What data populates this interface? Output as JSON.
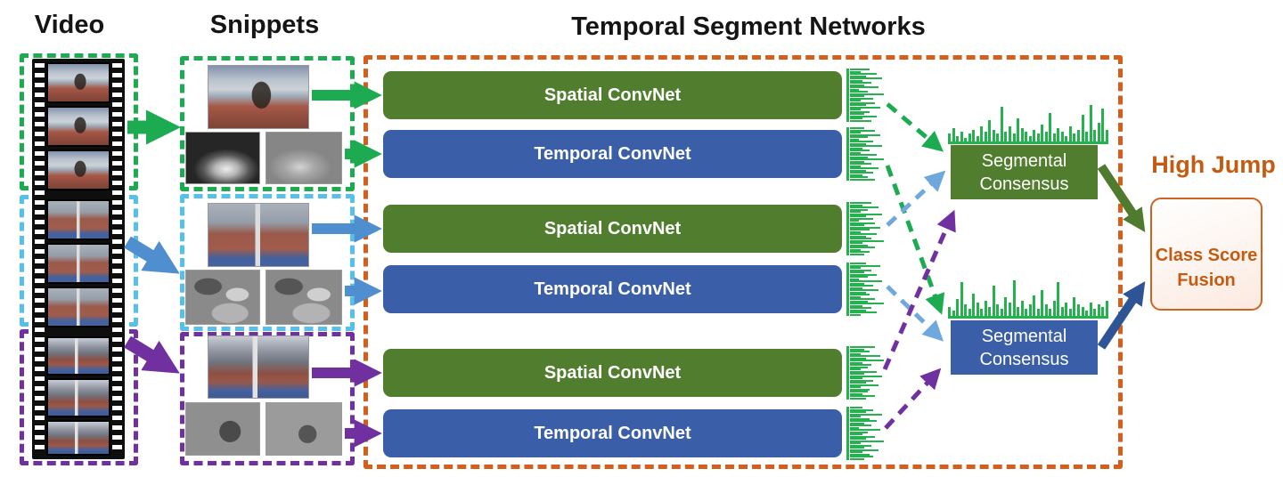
{
  "titles": {
    "video": "Video",
    "snippets": "Snippets",
    "network": "Temporal Segment Networks"
  },
  "boxes": {
    "spatial_convnet": "Spatial ConvNet",
    "temporal_convnet": "Temporal ConvNet",
    "consensus_line1": "Segmental",
    "consensus_line2": "Consensus",
    "fusion_line1": "Class Score",
    "fusion_line2": "Fusion",
    "prediction": "High Jump"
  },
  "colors": {
    "segment1_green": "#1cab50",
    "segment2_blue": "#56c0ea",
    "segment3_purple": "#7030a0",
    "tsn_border_orange": "#d45f1d",
    "spatial_box_green": "#507d2e",
    "temporal_box_blue": "#3a5fa8",
    "consensus_green": "#507d2e",
    "consensus_blue": "#3a5fa8",
    "prediction_orange": "#c55a11",
    "histogram_green": "#24b14e",
    "dashed_connector_blue": "#6fa8dc"
  },
  "histograms": {
    "side": [
      [
        0.55,
        0.3,
        0.75,
        0.45,
        0.9,
        0.35,
        0.6,
        0.4,
        0.8,
        0.25,
        0.5,
        0.95,
        0.4,
        0.65,
        0.3,
        0.7,
        0.45,
        0.85,
        0.3,
        0.55,
        0.4,
        0.75,
        0.35,
        0.6
      ],
      [
        0.4,
        0.7,
        0.3,
        0.85,
        0.5,
        0.25,
        0.65,
        0.45,
        0.9,
        0.35,
        0.55,
        0.3,
        0.75,
        0.5,
        0.95,
        0.4,
        0.6,
        0.3,
        0.8,
        0.45,
        0.65,
        0.35,
        0.5,
        0.7
      ],
      [
        0.6,
        0.35,
        0.8,
        0.5,
        0.3,
        0.9,
        0.45,
        0.65,
        0.25,
        0.7,
        0.4,
        0.85,
        0.55,
        0.3,
        0.75,
        0.45,
        0.6,
        0.95,
        0.35,
        0.5,
        0.7,
        0.3,
        0.55,
        0.4
      ],
      [
        0.45,
        0.85,
        0.3,
        0.6,
        0.4,
        0.75,
        0.5,
        0.25,
        0.9,
        0.4,
        0.65,
        0.35,
        0.8,
        0.45,
        0.55,
        0.3,
        0.7,
        0.5,
        0.95,
        0.35,
        0.6,
        0.45,
        0.75,
        0.3
      ],
      [
        0.7,
        0.4,
        0.55,
        0.3,
        0.85,
        0.45,
        0.95,
        0.35,
        0.6,
        0.5,
        0.3,
        0.75,
        0.4,
        0.9,
        0.35,
        0.65,
        0.45,
        0.8,
        0.3,
        0.55,
        0.5,
        0.35,
        0.7,
        0.45
      ],
      [
        0.35,
        0.65,
        0.45,
        0.9,
        0.3,
        0.55,
        0.75,
        0.4,
        0.6,
        0.25,
        0.85,
        0.5,
        0.35,
        0.7,
        0.45,
        0.95,
        0.3,
        0.6,
        0.4,
        0.8,
        0.35,
        0.55,
        0.65,
        0.4
      ]
    ],
    "consensus_top": [
      0.2,
      0.35,
      0.15,
      0.25,
      0.1,
      0.2,
      0.3,
      0.15,
      0.4,
      0.25,
      0.55,
      0.3,
      0.2,
      0.9,
      0.25,
      0.4,
      0.2,
      0.6,
      0.35,
      0.25,
      0.15,
      0.3,
      0.2,
      0.45,
      0.25,
      0.75,
      0.2,
      0.35,
      0.25,
      0.15,
      0.4,
      0.2,
      0.3,
      0.7,
      0.25,
      0.95,
      0.3,
      0.5,
      0.85,
      0.3
    ],
    "consensus_bottom": [
      0.25,
      0.15,
      0.45,
      0.9,
      0.3,
      0.2,
      0.6,
      0.35,
      0.2,
      0.4,
      0.25,
      0.8,
      0.3,
      0.2,
      0.5,
      0.35,
      0.95,
      0.25,
      0.4,
      0.2,
      0.3,
      0.55,
      0.2,
      0.7,
      0.3,
      0.2,
      0.4,
      0.9,
      0.25,
      0.35,
      0.2,
      0.5,
      0.3,
      0.25,
      0.15,
      0.35,
      0.2,
      0.3,
      0.25,
      0.4
    ]
  }
}
